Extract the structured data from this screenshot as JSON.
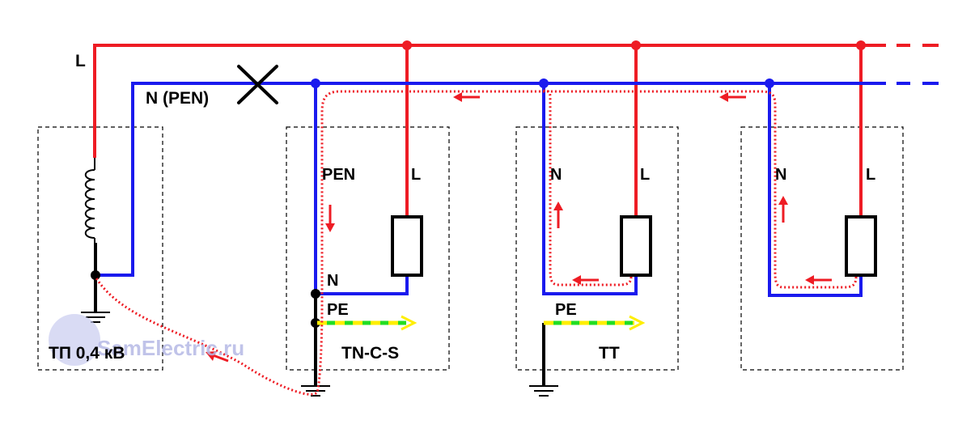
{
  "colors": {
    "phase": "#ee1c24",
    "neutral": "#1a1aee",
    "earth": "#000000",
    "pe_green": "#22dd22",
    "pe_yellow": "#ffee00",
    "fault_path": "#ee1c24",
    "box_border": "#000000",
    "watermark": "#b6b9e6"
  },
  "main_lines": {
    "phase_label": "L",
    "neutral_label": "N (PEN)"
  },
  "source": {
    "label": "ТП 0,4 кВ"
  },
  "consumers": [
    {
      "system_label": "TN-C-S",
      "neutral_label": "PEN",
      "phase_label": "L",
      "n_label": "N",
      "pe_label": "PE"
    },
    {
      "system_label": "TT",
      "neutral_label": "N",
      "phase_label": "L",
      "pe_label": "PE"
    },
    {
      "system_label": "",
      "neutral_label": "N",
      "phase_label": "L"
    }
  ],
  "watermark": {
    "text": "SamElectric.ru"
  },
  "icons": {
    "break": "cross-break-icon",
    "coil": "transformer-coil-icon",
    "load": "load-resistor-icon",
    "ground": "ground-icon"
  }
}
